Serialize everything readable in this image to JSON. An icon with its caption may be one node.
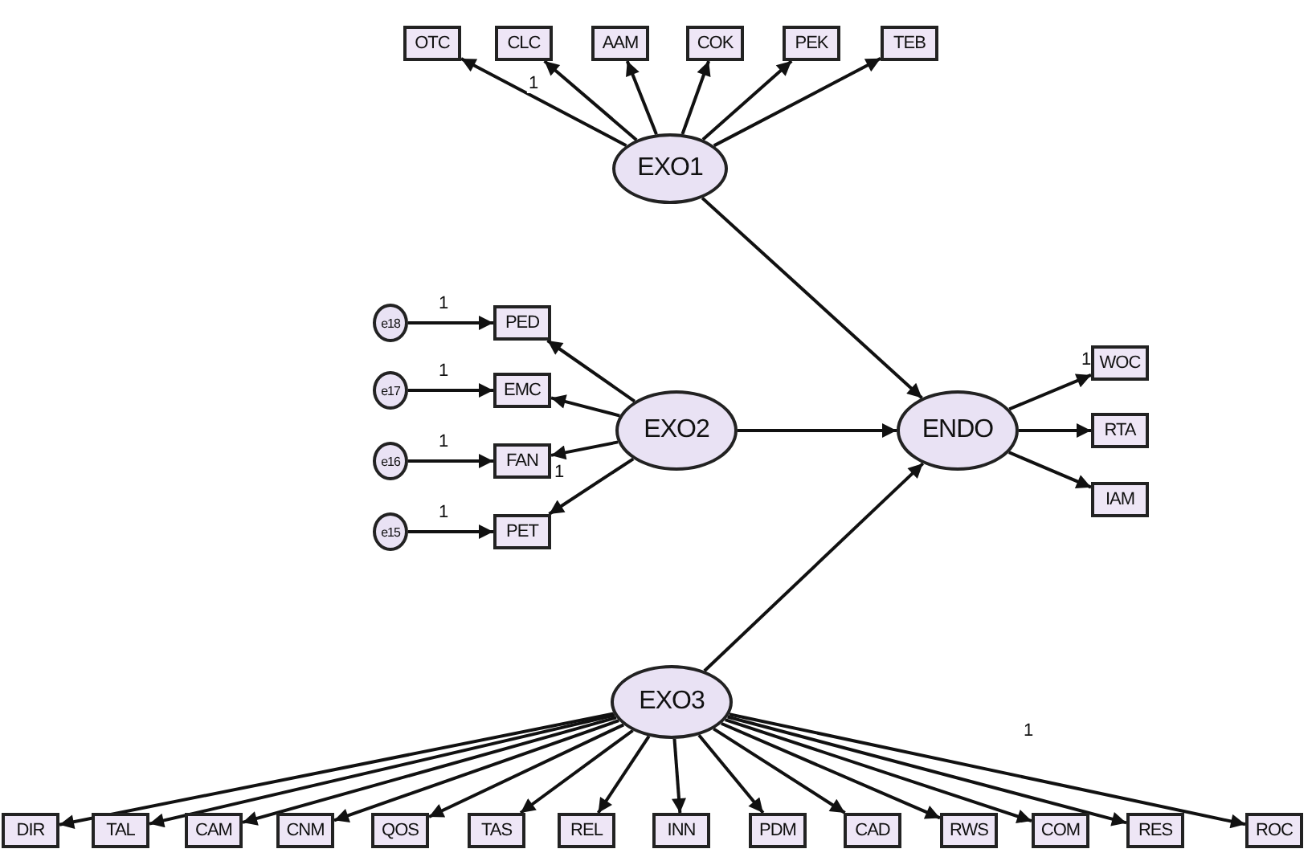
{
  "diagram": {
    "nodes": [
      {
        "text": [
          "OTC"
        ]
      },
      {
        "text": [
          "CLC"
        ]
      },
      {
        "text": [
          "AAM"
        ]
      },
      {
        "text": [
          "COK"
        ]
      },
      {
        "text": [
          "PEK"
        ]
      },
      {
        "text": [
          "TEB"
        ]
      },
      {
        "text": [
          "EXO1"
        ]
      },
      {
        "text": [
          "e18"
        ]
      },
      {
        "text": [
          "PED"
        ]
      },
      {
        "text": [
          "e17"
        ]
      },
      {
        "text": [
          "EMC"
        ]
      },
      {
        "text": [
          "EXO2"
        ]
      },
      {
        "text": [
          "ENDO"
        ]
      },
      {
        "text": [
          "WOC"
        ]
      },
      {
        "text": [
          "RTA"
        ]
      },
      {
        "text": [
          "IAM"
        ]
      },
      {
        "text": [
          "e16"
        ]
      },
      {
        "text": [
          "FAN"
        ]
      },
      {
        "text": [
          "e15"
        ]
      },
      {
        "text": [
          "PET"
        ]
      },
      {
        "text": [
          "EXO3"
        ]
      },
      {
        "text": [
          "DIR"
        ]
      },
      {
        "text": [
          "TAL"
        ]
      },
      {
        "text": [
          "CAM"
        ]
      },
      {
        "text": [
          "CNM"
        ]
      },
      {
        "text": [
          "QOS"
        ]
      },
      {
        "text": [
          "TAS"
        ]
      },
      {
        "text": [
          "REL"
        ]
      },
      {
        "text": [
          "INN"
        ]
      },
      {
        "text": [
          "PDM"
        ]
      },
      {
        "text": [
          "CAD"
        ]
      },
      {
        "text": [
          "RWS"
        ]
      },
      {
        "text": [
          "COM"
        ]
      },
      {
        "text": [
          "RES"
        ]
      },
      {
        "text": [
          "ROC"
        ]
      }
    ],
    "edges": [
      {
        "from": 6,
        "to": 0,
        "arrow": "to"
      },
      {
        "from": 6,
        "to": 1,
        "arrow": "to",
        "label": "1"
      },
      {
        "from": 6,
        "to": 2,
        "arrow": "to"
      },
      {
        "from": 6,
        "to": 3,
        "arrow": "to"
      },
      {
        "from": 6,
        "to": 4,
        "arrow": "to"
      },
      {
        "from": 6,
        "to": 5,
        "arrow": "to"
      },
      {
        "from": 6,
        "to": 12,
        "arrow": "to"
      },
      {
        "from": 7,
        "to": 8,
        "arrow": "to",
        "label": "1"
      },
      {
        "from": 9,
        "to": 10,
        "arrow": "to",
        "label": "1"
      },
      {
        "from": 16,
        "to": 17,
        "arrow": "to",
        "label": "1"
      },
      {
        "from": 18,
        "to": 19,
        "arrow": "to",
        "label": "1"
      },
      {
        "from": 11,
        "to": 8,
        "arrow": "to"
      },
      {
        "from": 11,
        "to": 10,
        "arrow": "to"
      },
      {
        "from": 11,
        "to": 17,
        "arrow": "to",
        "label": "1"
      },
      {
        "from": 11,
        "to": 19,
        "arrow": "to"
      },
      {
        "from": 11,
        "to": 12,
        "arrow": "to"
      },
      {
        "from": 12,
        "to": 13,
        "arrow": "to",
        "label": "1"
      },
      {
        "from": 12,
        "to": 14,
        "arrow": "to"
      },
      {
        "from": 12,
        "to": 15,
        "arrow": "to"
      },
      {
        "from": 20,
        "to": 12,
        "arrow": "to"
      },
      {
        "from": 20,
        "to": 21,
        "arrow": "to"
      },
      {
        "from": 20,
        "to": 22,
        "arrow": "to"
      },
      {
        "from": 20,
        "to": 23,
        "arrow": "to"
      },
      {
        "from": 20,
        "to": 24,
        "arrow": "to"
      },
      {
        "from": 20,
        "to": 25,
        "arrow": "to"
      },
      {
        "from": 20,
        "to": 26,
        "arrow": "to"
      },
      {
        "from": 20,
        "to": 27,
        "arrow": "to"
      },
      {
        "from": 20,
        "to": 28,
        "arrow": "to"
      },
      {
        "from": 20,
        "to": 29,
        "arrow": "to"
      },
      {
        "from": 20,
        "to": 30,
        "arrow": "to"
      },
      {
        "from": 20,
        "to": 31,
        "arrow": "to"
      },
      {
        "from": 20,
        "to": 32,
        "arrow": "to"
      },
      {
        "from": 20,
        "to": 33,
        "arrow": "to"
      },
      {
        "from": 20,
        "to": 34,
        "arrow": "to",
        "label": "1"
      }
    ]
  }
}
